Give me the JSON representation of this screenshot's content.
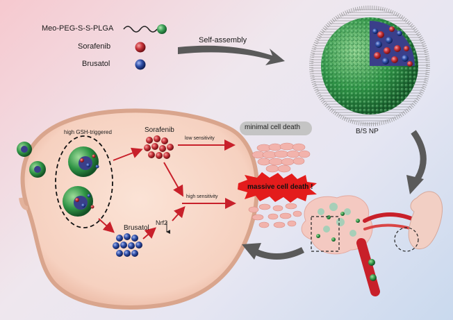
{
  "legend": {
    "polymer": "Meo-PEG-S-S-PLGA",
    "sorafenib": "Sorafenib",
    "brusatol": "Brusatol"
  },
  "self_assembly": "Self-assembly",
  "nanoparticle_label": "B/S NP",
  "cell": {
    "trigger": "high GSH-triggered",
    "sorafenib": "Sorafenib",
    "brusatol": "Brusatol",
    "nrf2": "Nrf2",
    "low_sensitivity": "low sensitivity",
    "high_sensitivity": "high sensitivity"
  },
  "outcomes": {
    "minimal": "minimal cell death",
    "massive": "massive cell death !"
  },
  "colors": {
    "sorafenib": "#c8343a",
    "brusatol": "#2f4fa8",
    "shell": "#3fa35a",
    "arrow_gray": "#5a5a5a",
    "arrow_red": "#c8202a"
  }
}
